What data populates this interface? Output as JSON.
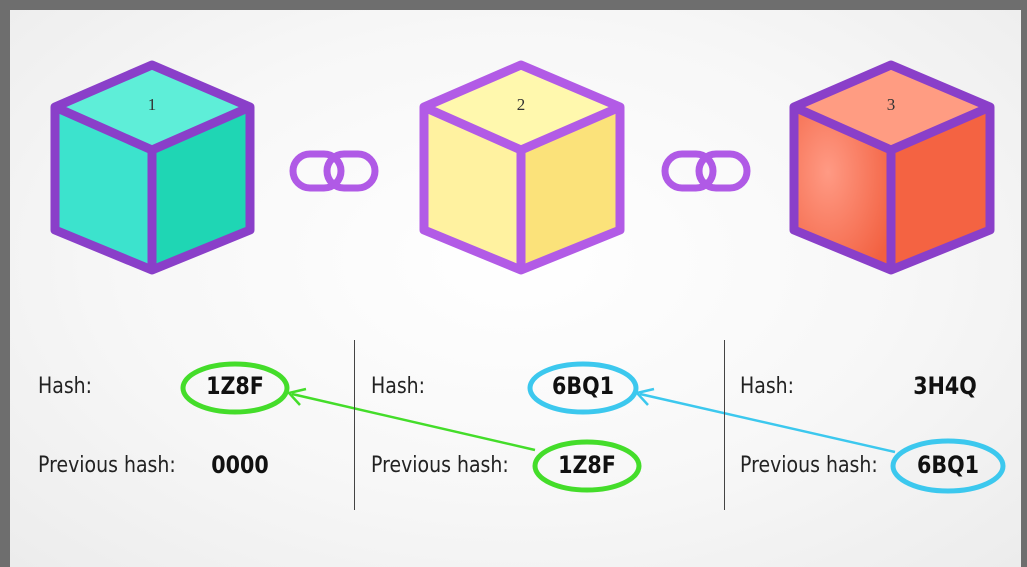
{
  "blocks": [
    {
      "number": "1",
      "hash": "1Z8F",
      "previous_hash": "0000",
      "face_top": "#5eeed8",
      "face_left": "#39e0cc",
      "face_right": "#22d9b8"
    },
    {
      "number": "2",
      "hash": "6BQ1",
      "previous_hash": "1Z8F",
      "face_top": "#fff7a8",
      "face_left": "#fff2a0",
      "face_right": "#fbe27a"
    },
    {
      "number": "3",
      "hash": "3H4Q",
      "previous_hash": "6BQ1",
      "face_top": "#ff9a80",
      "face_left": "#ff8a6c",
      "face_right": "#f56242"
    }
  ],
  "labels": {
    "hash": "Hash:",
    "previous_hash": "Previous hash:"
  },
  "icons": [
    "chain-link-icon",
    "chain-link-icon"
  ],
  "colors": {
    "cube_outline": "#8a3fc9",
    "chain": "#b05ae6",
    "highlight_green": "#44dd2a",
    "highlight_blue": "#3cc8ee"
  }
}
